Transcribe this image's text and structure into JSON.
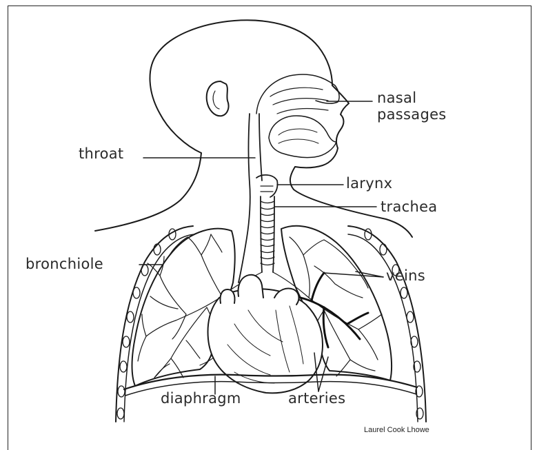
{
  "labels": {
    "nasal_line1": "nasal",
    "nasal_line2": "passages",
    "throat": "throat",
    "larynx": "larynx",
    "trachea": "trachea",
    "bronchiole": "bronchiole",
    "veins": "veins",
    "diaphragm": "diaphragm",
    "arteries": "arteries"
  },
  "credit": "Laurel Cook Lhowe"
}
